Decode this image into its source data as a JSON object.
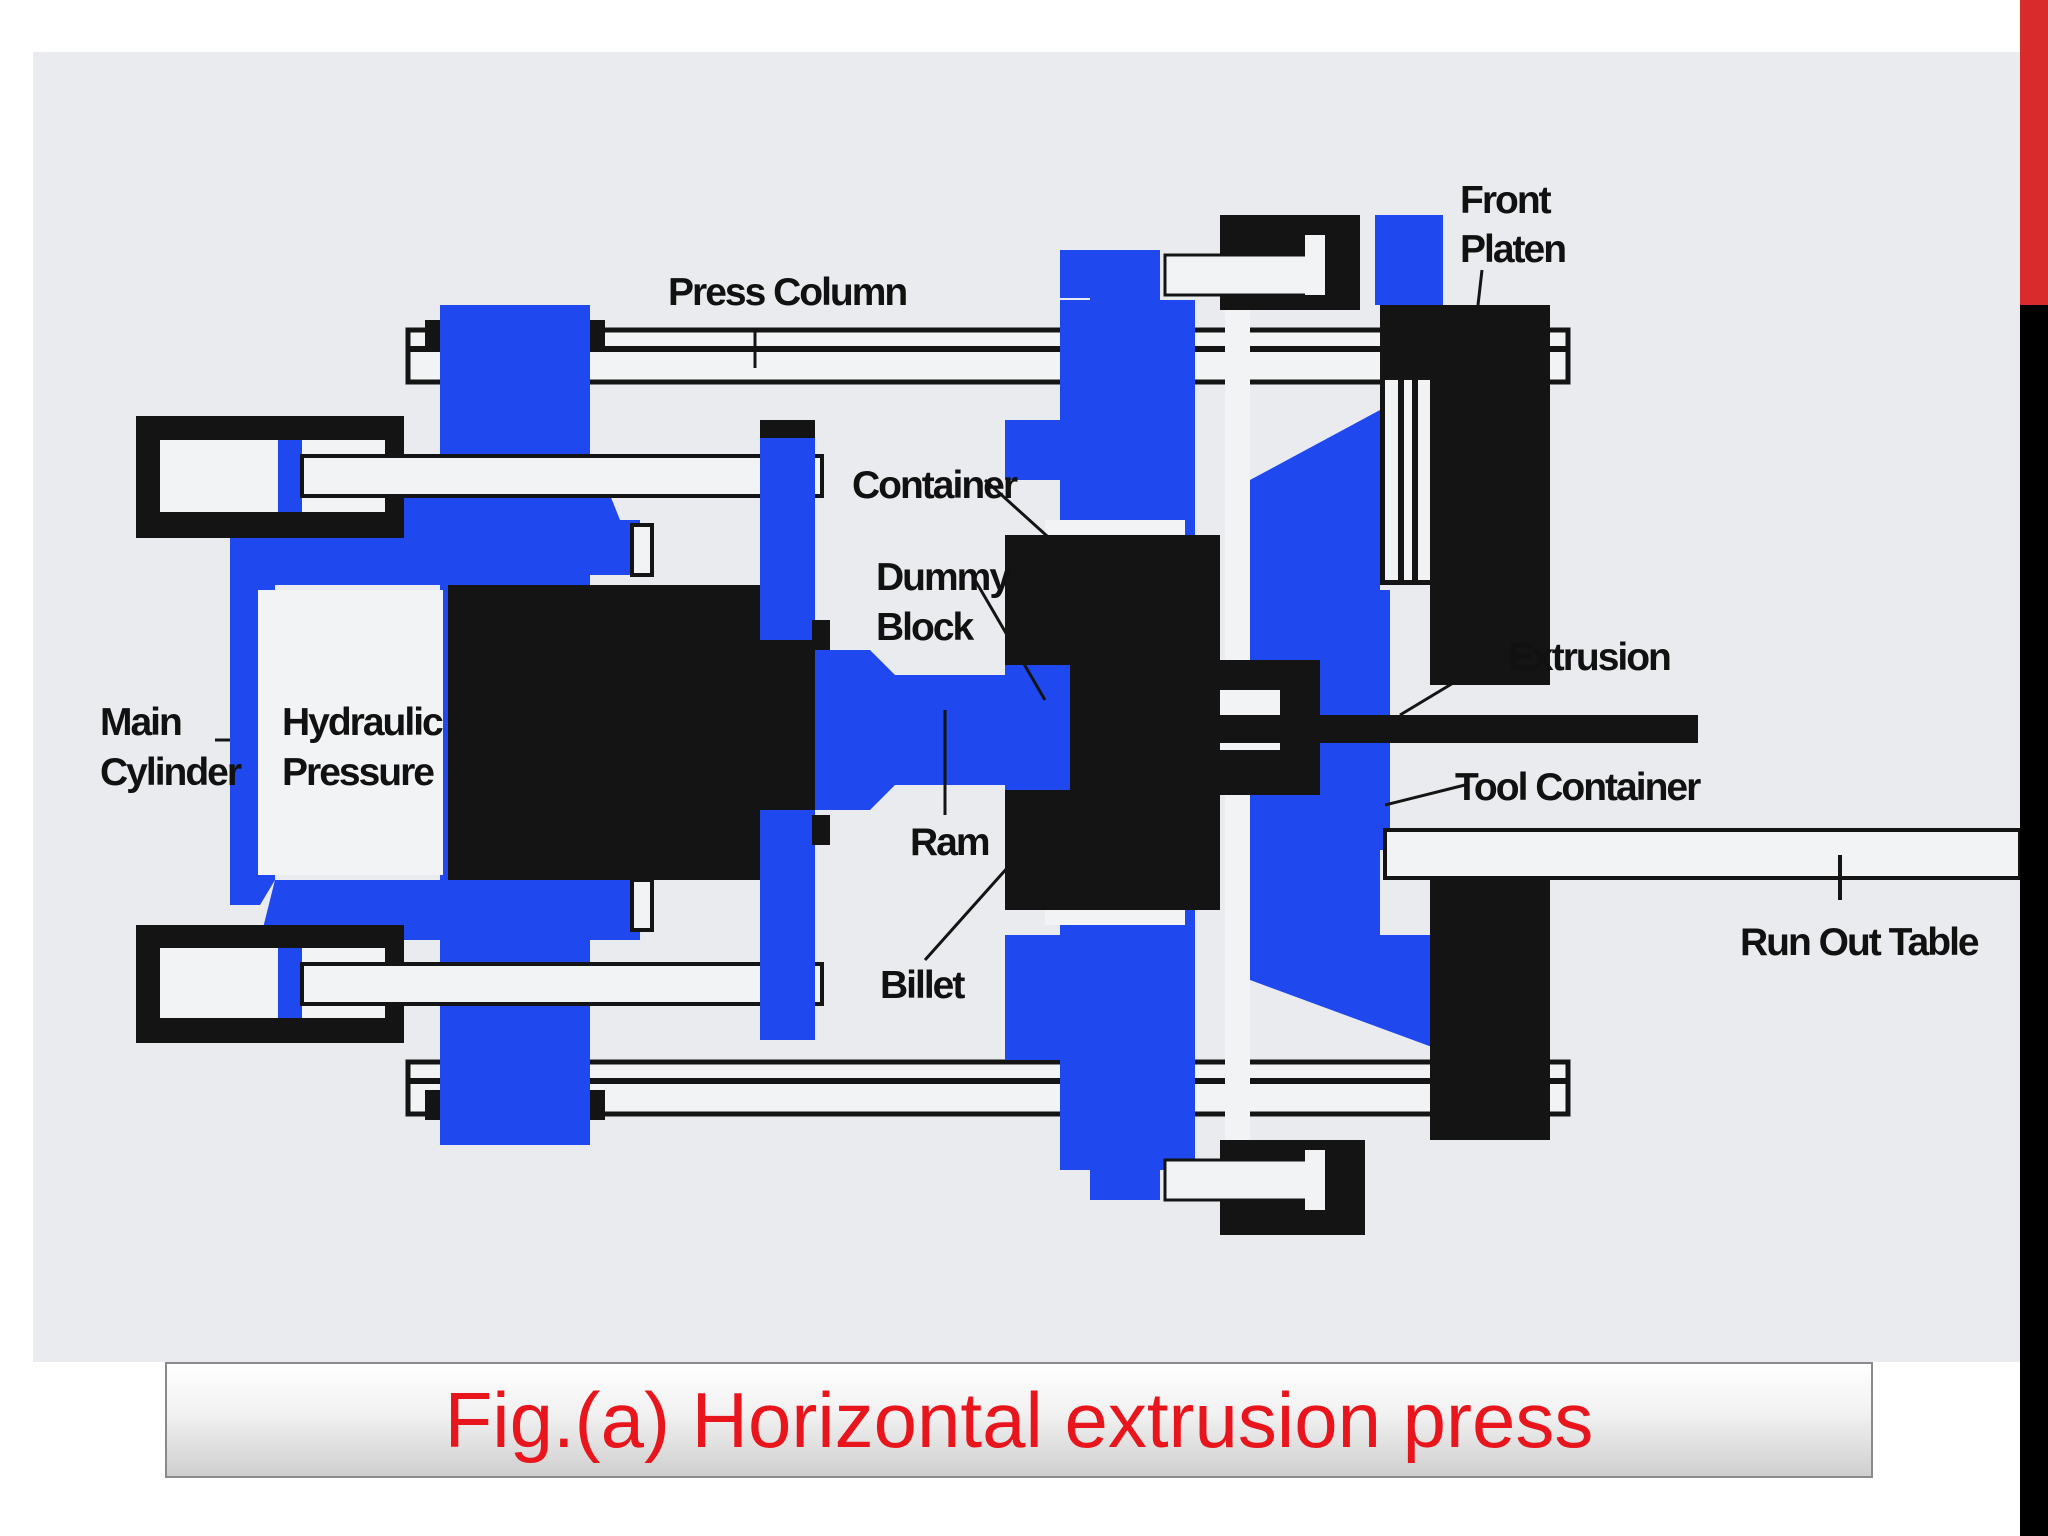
{
  "colors": {
    "blue": "#1f48ee",
    "black": "#141414",
    "background": "#e9ebee",
    "light": "#f2f3f5",
    "caption_text": "#e8161c",
    "accent_red": "#d92b2b",
    "accent_black": "#000000"
  },
  "labels": {
    "press_column": "Press Column",
    "front": "Front",
    "platen": "Platen",
    "container": "Container",
    "dummy": "Dummy",
    "block": "Block",
    "extrusion": "Extrusion",
    "main": "Main",
    "cylinder": "Cylinder",
    "hydraulic": "Hydraulic",
    "pressure": "Pressure",
    "ram": "Ram",
    "tool_container": "Tool Container",
    "billet": "Billet",
    "run_out_table": "Run Out Table"
  },
  "caption": "Fig.(a) Horizontal extrusion press"
}
